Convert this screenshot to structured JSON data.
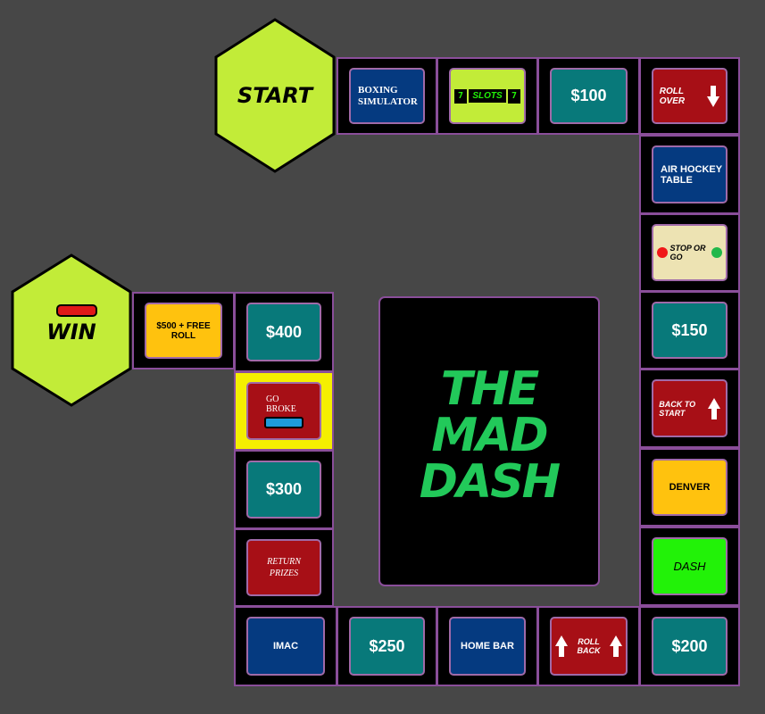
{
  "hexes": {
    "start": {
      "label": "START",
      "color": "#c2ec38"
    },
    "win": {
      "label": "WIN",
      "color": "#c2ec38"
    }
  },
  "title": {
    "line1": "THE",
    "line2": "MAD",
    "line3": "DASH",
    "color": "#22c95a"
  },
  "tiles": {
    "boxing": "BOXING SIMULATOR",
    "slots": "SLOTS",
    "slots_seven": "7",
    "money100": "$100",
    "roll_over": "ROLL OVER",
    "air_hockey": "AIR HOCKEY TABLE",
    "stop_or_go": "STOP OR GO",
    "money150": "$150",
    "back_to_start": "BACK TO START",
    "denver": "DENVER",
    "dash": "DASH",
    "money200": "$200",
    "roll_back": "ROLL BACK",
    "home_bar": "HOME BAR",
    "money250": "$250",
    "imac": "IMAC",
    "return_prizes": "RETURN PRIZES",
    "money300": "$300",
    "go_broke": "GO BROKE",
    "money400": "$400",
    "free_roll": "$500 + FREE ROLL"
  },
  "colors": {
    "navy": "#053a80",
    "teal": "#08797a",
    "red": "#a70f16",
    "gold": "#ffc20e",
    "lime": "#c2ec38",
    "green": "#22f208",
    "cream": "#ede3b3",
    "background": "#474747",
    "cell_border": "#8a4e9a"
  }
}
